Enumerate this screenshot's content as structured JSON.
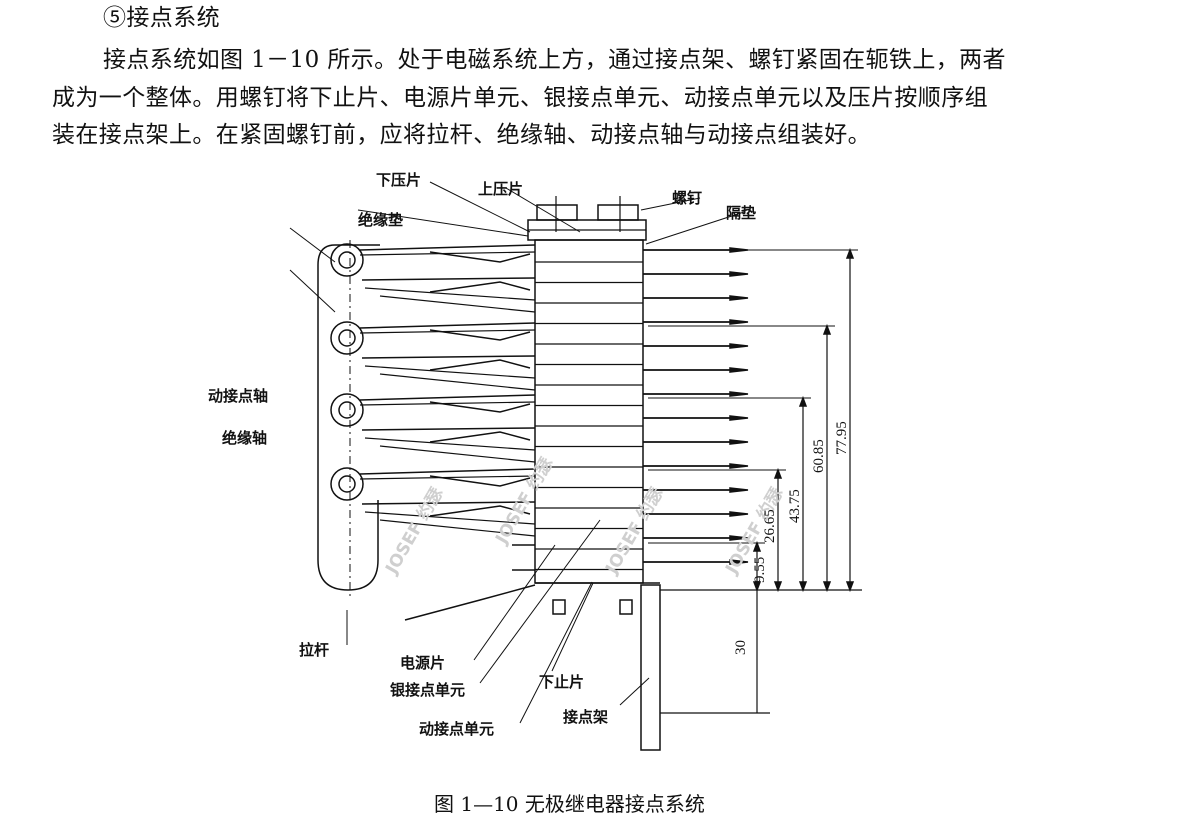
{
  "heading": "⑤接点系统",
  "paragraph_lines": [
    "接点系统如图 1－10 所示。处于电磁系统上方，通过接点架、螺钉紧固在轭铁上，两者",
    "成为一个整体。用螺钉将下止片、电源片单元、银接点单元、动接点单元以及压片按顺序组",
    "装在接点架上。在紧固螺钉前，应将拉杆、绝缘轴、动接点轴与动接点组装好。"
  ],
  "diagram": {
    "labels": {
      "lower_press": "下压片",
      "upper_press": "上压片",
      "screw": "螺钉",
      "spacer": "隔垫",
      "insulating_pad": "绝缘垫",
      "moving_contact_shaft": "动接点轴",
      "insulating_shaft": "绝缘轴",
      "pull_rod": "拉杆",
      "power_strip": "电源片",
      "silver_contact_unit": "银接点单元",
      "lower_stop": "下止片",
      "contact_frame": "接点架",
      "moving_contact_unit": "动接点单元"
    },
    "dimensions": [
      "77.95",
      "60.85",
      "43.75",
      "26.65",
      "9.55",
      "30"
    ],
    "watermark": "JOSEF 约瑟"
  },
  "caption": "图 1—10 无极继电器接点系统"
}
